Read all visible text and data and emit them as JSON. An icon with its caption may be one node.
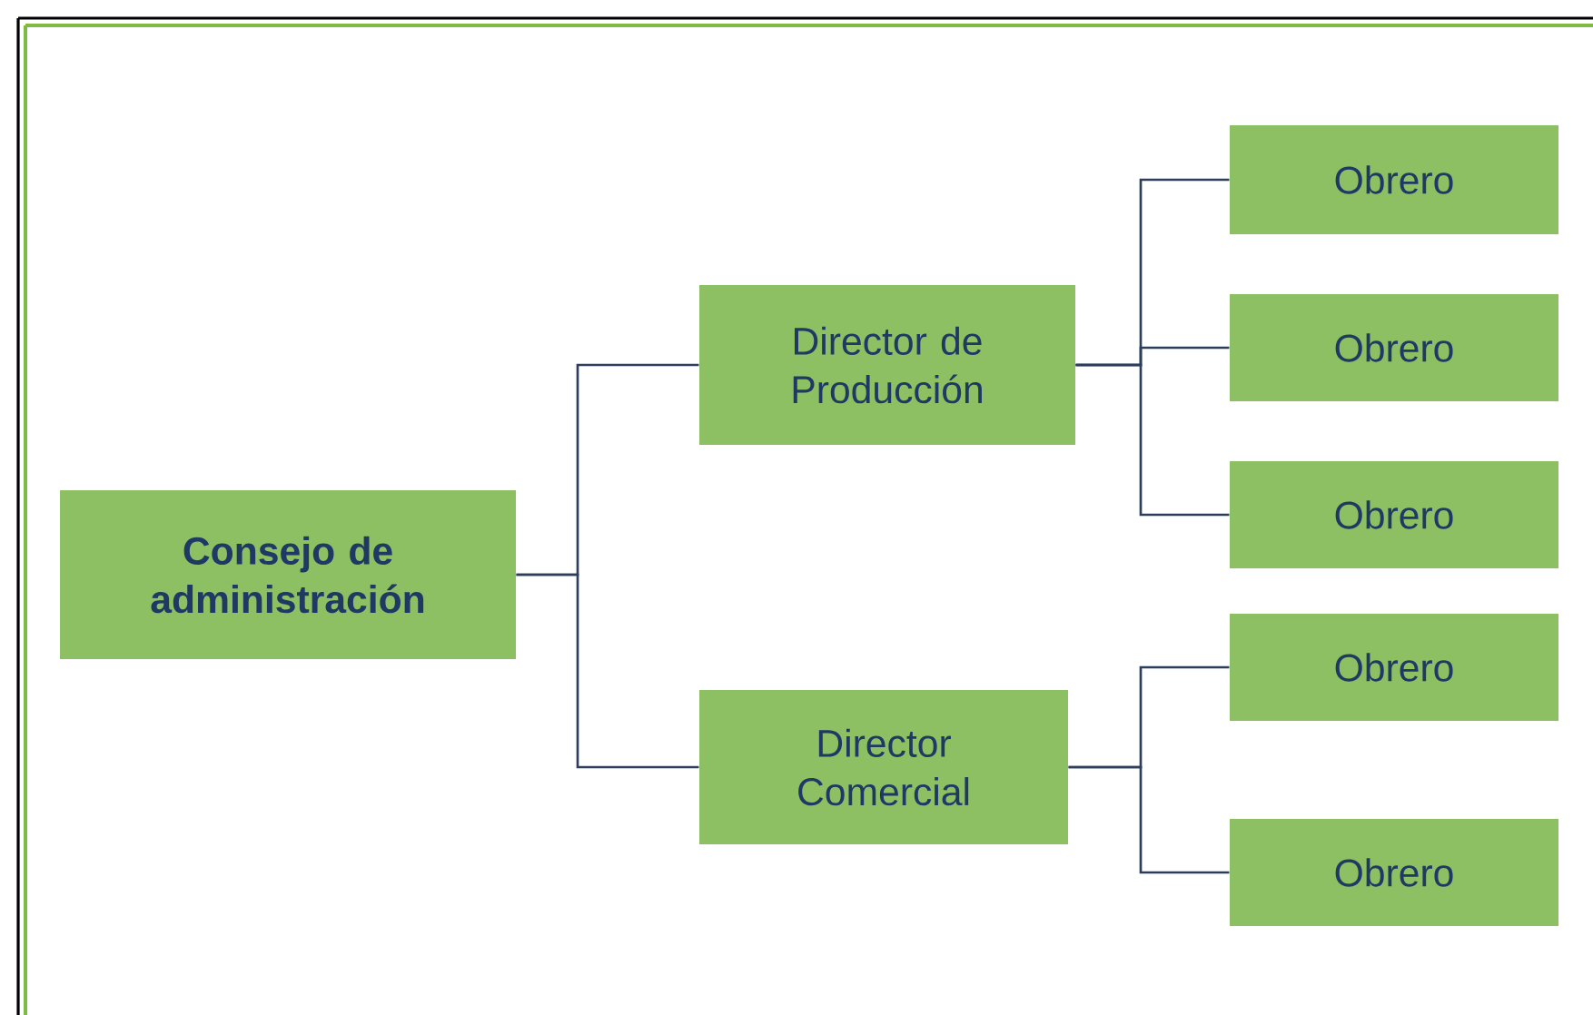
{
  "diagram": {
    "nodes": [
      {
        "text": [
          "**Consejo de administración**"
        ]
      },
      {
        "text": [
          "Director de Producción"
        ]
      },
      {
        "text": [
          "Director Comercial"
        ]
      },
      {
        "text": [
          "Obrero"
        ]
      },
      {
        "text": [
          "Obrero"
        ]
      },
      {
        "text": [
          "Obrero"
        ]
      },
      {
        "text": [
          "Obrero"
        ]
      },
      {
        "text": [
          "Obrero"
        ]
      }
    ],
    "edges": [
      {
        "from": 0,
        "to": 1,
        "arrow": "none"
      },
      {
        "from": 0,
        "to": 2,
        "arrow": "none"
      },
      {
        "from": 1,
        "to": 3,
        "arrow": "none"
      },
      {
        "from": 1,
        "to": 4,
        "arrow": "none"
      },
      {
        "from": 1,
        "to": 5,
        "arrow": "none"
      },
      {
        "from": 2,
        "to": 6,
        "arrow": "none"
      },
      {
        "from": 2,
        "to": 7,
        "arrow": "none"
      }
    ]
  }
}
